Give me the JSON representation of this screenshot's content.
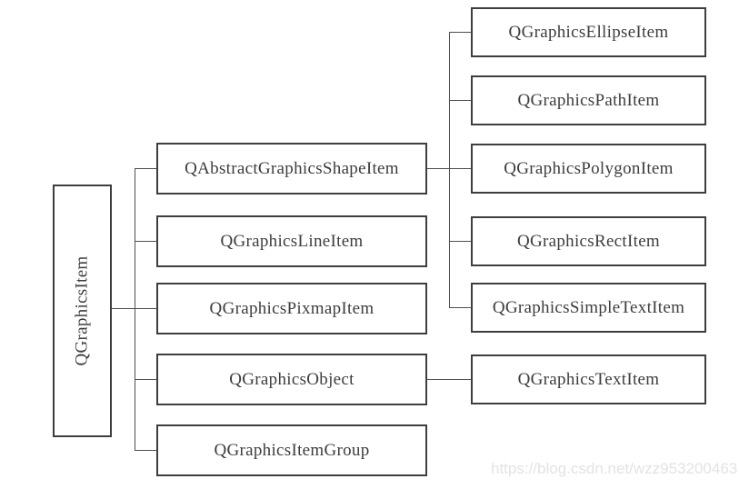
{
  "diagram": {
    "root": {
      "label": "QGraphicsItem"
    },
    "children": [
      {
        "label": "QAbstractGraphicsShapeItem",
        "children": [
          {
            "label": "QGraphicsEllipseItem"
          },
          {
            "label": "QGraphicsPathItem"
          },
          {
            "label": "QGraphicsPolygonItem"
          },
          {
            "label": "QGraphicsRectItem"
          },
          {
            "label": "QGraphicsSimpleTextItem"
          }
        ]
      },
      {
        "label": "QGraphicsLineItem"
      },
      {
        "label": "QGraphicsPixmapItem"
      },
      {
        "label": "QGraphicsObject",
        "children": [
          {
            "label": "QGraphicsTextItem"
          }
        ]
      },
      {
        "label": "QGraphicsItemGroup"
      }
    ]
  },
  "watermark": {
    "text": "https://blog.csdn.net/wzz953200463"
  },
  "colors": {
    "border": "#3e3e3e",
    "text": "#3d3d3d",
    "line": "#4f4f4f",
    "watermark": "#e3e3e3",
    "background": "#ffffff"
  }
}
